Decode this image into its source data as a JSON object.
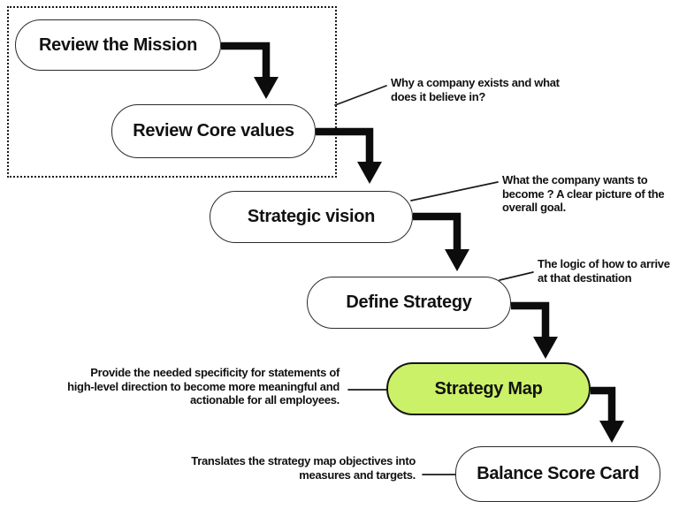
{
  "diagram": {
    "nodes": [
      {
        "label": "Review the Mission",
        "highlighted": false
      },
      {
        "label": "Review Core values",
        "highlighted": false
      },
      {
        "label": "Strategic vision",
        "highlighted": false
      },
      {
        "label": "Define Strategy",
        "highlighted": false
      },
      {
        "label": "Strategy Map",
        "highlighted": true
      },
      {
        "label": "Balance Score Card",
        "highlighted": false
      }
    ],
    "annotations": [
      {
        "text": "Why a company exists and what\ndoes it believe in?"
      },
      {
        "text": "What the company wants to\nbecome ? A clear picture of the\noverall goal."
      },
      {
        "text": "The logic of how to arrive\nat that destination"
      },
      {
        "text": "Provide the needed specificity for statements of\nhigh-level direction to become more meaningful and\nactionable for all employees."
      },
      {
        "text": "Translates the strategy map objectives into\nmeasures and targets."
      }
    ],
    "colors": {
      "highlight_fill": "#cbf168",
      "node_fill": "#ffffff",
      "line": "#0c0c0c"
    }
  }
}
